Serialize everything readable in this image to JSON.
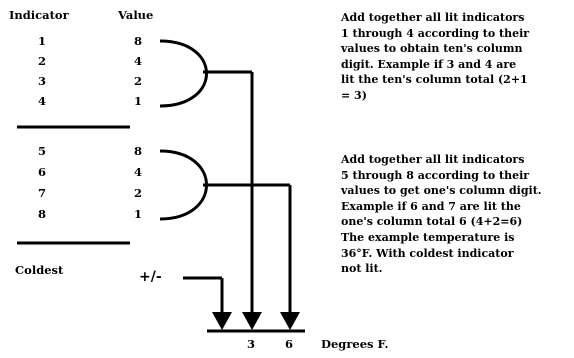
{
  "headers": {
    "indicator": "Indicator",
    "value": "Value"
  },
  "group_a": [
    {
      "indicator": "1",
      "value": "8"
    },
    {
      "indicator": "2",
      "value": "4"
    },
    {
      "indicator": "3",
      "value": "2"
    },
    {
      "indicator": "4",
      "value": "1"
    }
  ],
  "group_b": [
    {
      "indicator": "5",
      "value": "8"
    },
    {
      "indicator": "6",
      "value": "4"
    },
    {
      "indicator": "7",
      "value": "2"
    },
    {
      "indicator": "8",
      "value": "1"
    }
  ],
  "coldest": {
    "label": "Coldest",
    "sign": "+/-"
  },
  "outputs": {
    "tens_digit": "3",
    "ones_digit": "6",
    "unit": "Degrees F."
  },
  "explanation": {
    "tens": "Add together all lit indicators\n1 through 4 according to their\nvalues to obtain ten's column\ndigit.  Example if 3 and 4 are\nlit the ten's column total (2+1\n= 3)",
    "ones": "Add together all lit indicators\n5 through 8 according to their\nvalues to get one's column digit.\nExample if 6 and 7 are lit the\none's column total 6 (4+2=6)\nThe example temperature is\n36°F.  With coldest indicator\nnot lit."
  }
}
